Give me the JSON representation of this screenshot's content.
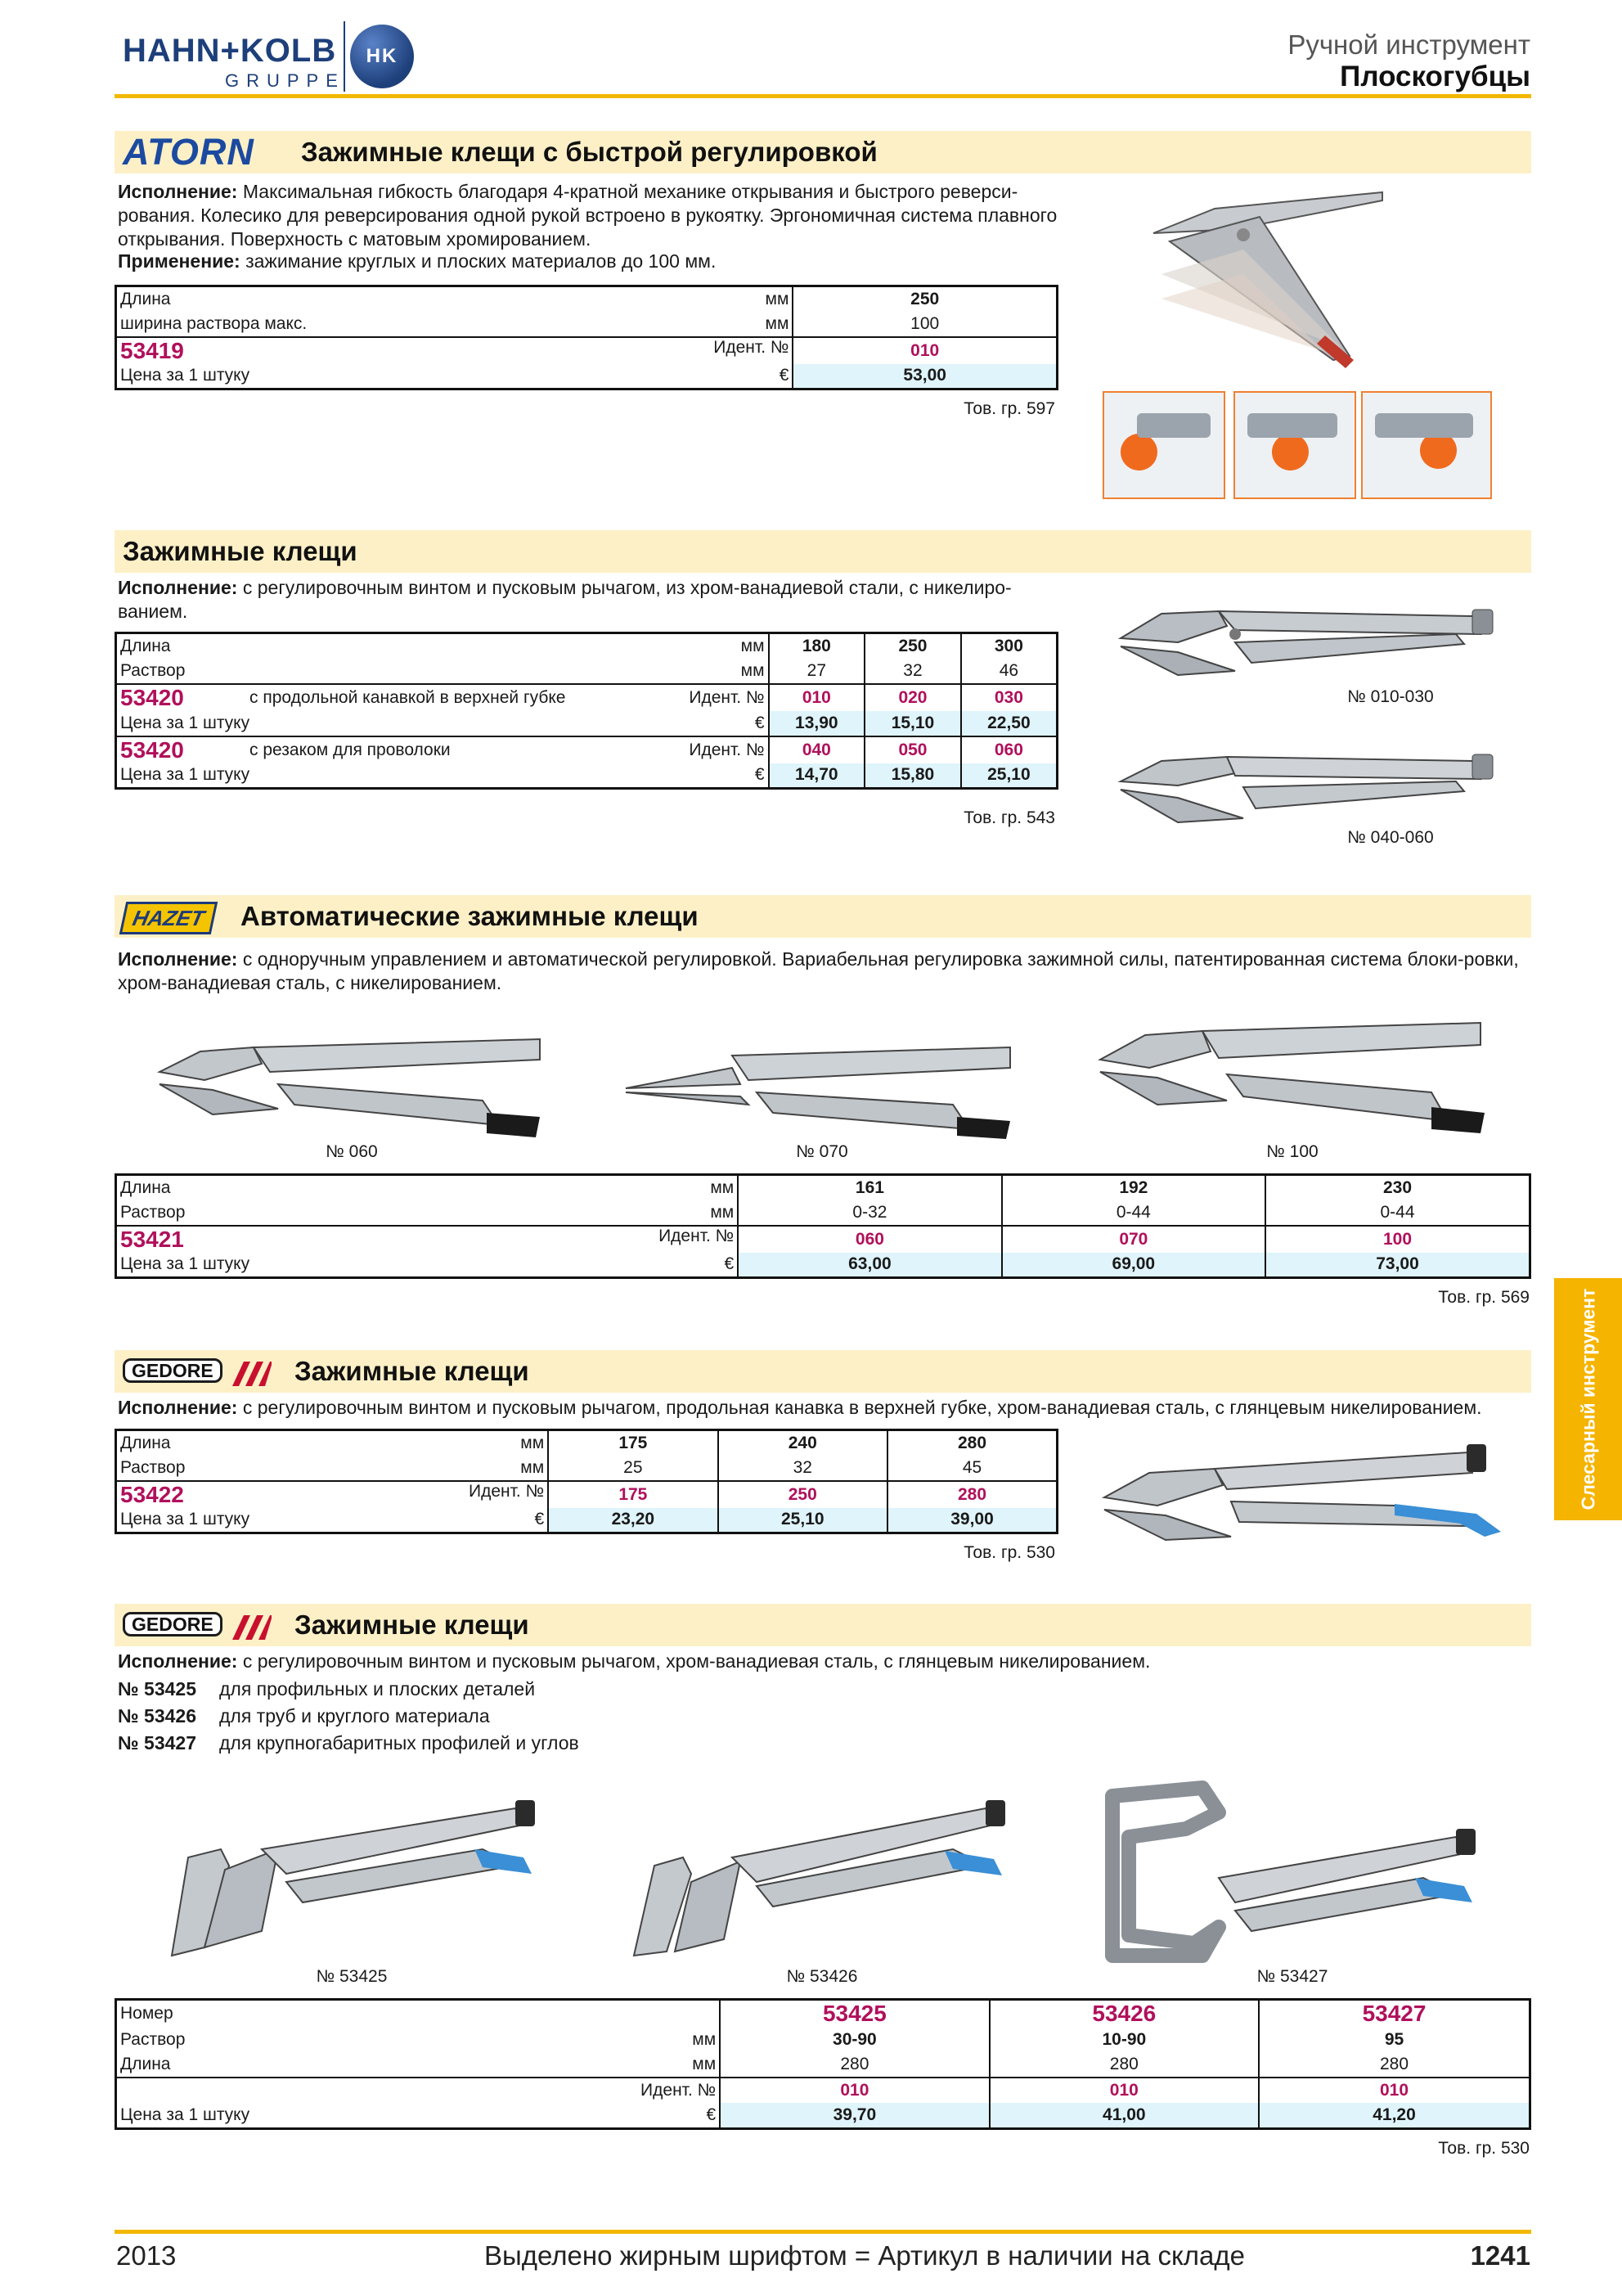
{
  "header": {
    "logo_main": "HAHN+KOLB",
    "logo_sub": "GRUPPE",
    "logo_mark": "HK",
    "category": "Ручной инструмент",
    "subcategory": "Плоскогубцы"
  },
  "s1": {
    "brand": "ATORN",
    "title": "Зажимные клещи с быстрой регулировкой",
    "exec_label": "Исполнение:",
    "exec_text": "Максимальная гибкость благодаря 4-кратной механике открывания и быстрого реверси-рования. Колесико для реверсирования одной рукой встроено в рукоятку. Эргономичная система плавного открывания. Поверхность с  матовым хромированием.",
    "use_label": "Применение:",
    "use_text": "зажимание круглых и плоских материалов до 100 мм.",
    "rows": {
      "length_label": "Длина",
      "length_unit": "мм",
      "length": "250",
      "width_label": "ширина раствора макс.",
      "width_unit": "мм",
      "width": "100",
      "article": "53419",
      "ident_label": "Идент. №",
      "ident": "010",
      "price_label": "Цена за  1 штуку",
      "currency": "€",
      "price": "53,00"
    },
    "group": "Тов. гр. 597"
  },
  "s2": {
    "title": "Зажимные клещи",
    "exec_label": "Исполнение:",
    "exec_text": "с регулировочным винтом и пусковым рычагом, из хром-ванадиевой стали, с никелиро-ванием.",
    "length_label": "Длина",
    "length_unit": "мм",
    "lengths": [
      "180",
      "250",
      "300"
    ],
    "opening_label": "Раствор",
    "opening_unit": "мм",
    "openings": [
      "27",
      "32",
      "46"
    ],
    "variants": [
      {
        "article": "53420",
        "note": "с продольной канавкой в верхней губке",
        "ident_label": "Идент. №",
        "idents": [
          "010",
          "020",
          "030"
        ],
        "price_label": "Цена за  1 штуку",
        "currency": "€",
        "prices": [
          "13,90",
          "15,10",
          "22,50"
        ]
      },
      {
        "article": "53420",
        "note": "с резаком для проволоки",
        "ident_label": "Идент. №",
        "idents": [
          "040",
          "050",
          "060"
        ],
        "price_label": "Цена за  1 штуку",
        "currency": "€",
        "prices": [
          "14,70",
          "15,80",
          "25,10"
        ]
      }
    ],
    "captions": [
      "№ 010-030",
      "№ 040-060"
    ],
    "group": "Тов. гр. 543"
  },
  "s3": {
    "brand": "HAZET",
    "title": "Автоматические зажимные клещи",
    "exec_label": "Исполнение:",
    "exec_text": "с одноручным управлением и автоматической регулировкой. Вариабельная регулировка зажимной силы, патентированная система блоки-ровки, хром-ванадиевая сталь, с никелированием.",
    "captions": [
      "№ 060",
      "№ 070",
      "№ 100"
    ],
    "length_label": "Длина",
    "length_unit": "мм",
    "lengths": [
      "161",
      "192",
      "230"
    ],
    "opening_label": "Раствор",
    "opening_unit": "мм",
    "openings": [
      "0-32",
      "0-44",
      "0-44"
    ],
    "article": "53421",
    "ident_label": "Идент. №",
    "idents": [
      "060",
      "070",
      "100"
    ],
    "price_label": "Цена за  1 штуку",
    "currency": "€",
    "prices": [
      "63,00",
      "69,00",
      "73,00"
    ],
    "group": "Тов. гр. 569"
  },
  "s4": {
    "brand": "GEDORE",
    "title": "Зажимные клещи",
    "exec_label": "Исполнение:",
    "exec_text": "с регулировочным винтом и пусковым рычагом, продольная канавка в верхней губке, хром-ванадиевая сталь, с глянцевым никелированием.",
    "length_label": "Длина",
    "length_unit": "мм",
    "lengths": [
      "175",
      "240",
      "280"
    ],
    "opening_label": "Раствор",
    "opening_unit": "мм",
    "openings": [
      "25",
      "32",
      "45"
    ],
    "article": "53422",
    "ident_label": "Идент. №",
    "idents": [
      "175",
      "250",
      "280"
    ],
    "price_label": "Цена за  1 штуку",
    "currency": "€",
    "prices": [
      "23,20",
      "25,10",
      "39,00"
    ],
    "group": "Тов. гр. 530"
  },
  "s5": {
    "brand": "GEDORE",
    "title": "Зажимные клещи",
    "exec_label": "Исполнение:",
    "exec_text": "с регулировочным винтом и пусковым рычагом, хром-ванадиевая сталь, с глянцевым никелированием.",
    "items": [
      {
        "no": "№ 53425",
        "text": "для профильных и плоских деталей"
      },
      {
        "no": "№ 53426",
        "text": "для труб и круглого материала"
      },
      {
        "no": "№ 53427",
        "text": "для крупногабаритных профилей и углов"
      }
    ],
    "captions": [
      "№ 53425",
      "№ 53426",
      "№ 53427"
    ],
    "number_label": "Номер",
    "numbers": [
      "53425",
      "53426",
      "53427"
    ],
    "opening_label": "Раствор",
    "opening_unit": "мм",
    "openings": [
      "30-90",
      "10-90",
      "95"
    ],
    "length_label": "Длина",
    "length_unit": "мм",
    "lengths": [
      "280",
      "280",
      "280"
    ],
    "ident_label": "Идент. №",
    "idents": [
      "010",
      "010",
      "010"
    ],
    "price_label": "Цена за  1 штуку",
    "currency": "€",
    "prices": [
      "39,70",
      "41,00",
      "41,20"
    ],
    "group": "Тов. гр. 530"
  },
  "sidetab": "Слесарный инструмент",
  "footer": {
    "year": "2013",
    "note": "Выделено жирным шрифтом = Артикул в наличии на складе",
    "page": "1241"
  }
}
